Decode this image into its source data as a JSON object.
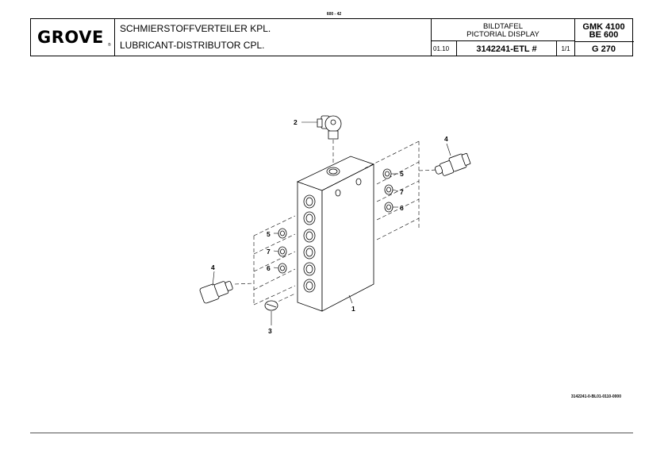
{
  "page_code": "600 - 42",
  "logo": {
    "text": "GROVE",
    "reg": "®"
  },
  "description": {
    "de": "SCHMIERSTOFFVERTEILER KPL.",
    "en": "LUBRICANT-DISTRIBUTOR CPL."
  },
  "plate_label": {
    "de": "BILDTAFEL",
    "en": "PICTORIAL DISPLAY"
  },
  "date": "01.10",
  "part_number": "3142241-ETL #",
  "sheet": "1/1",
  "model": {
    "line1": "GMK 4100",
    "line2": "BE 600",
    "group": "G 270"
  },
  "drawing_number": "3142241-0-BL01-0110-0000",
  "callouts": {
    "c1": "1",
    "c2": "2",
    "c3": "3",
    "c4a": "4",
    "c4b": "4",
    "c5a": "5",
    "c5b": "5",
    "c6a": "6",
    "c6b": "6",
    "c7a": "7",
    "c7b": "7"
  }
}
